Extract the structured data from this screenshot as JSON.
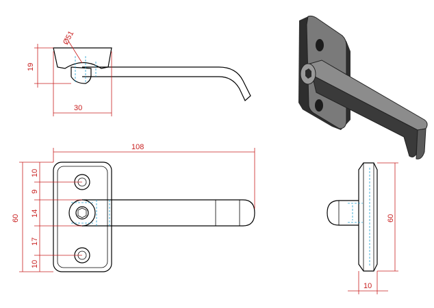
{
  "drawing": {
    "colors": {
      "outline": "#000000",
      "dimension": "#c81e1e",
      "hidden": "#1ea0d2",
      "body_dark": "#3a3a3a",
      "body_mid": "#6b6b6b",
      "body_light": "#a8a8a8"
    },
    "dimensions": {
      "top_view_radius": "Ø51",
      "top_view_height": "19",
      "top_view_width": "30",
      "front_overall_width": "108",
      "front_overall_height": "60",
      "front_gap_1": "10",
      "front_gap_2": "9",
      "front_gap_3": "14",
      "front_gap_4": "17",
      "front_gap_5": "10",
      "side_height": "60",
      "side_thickness": "10"
    }
  }
}
